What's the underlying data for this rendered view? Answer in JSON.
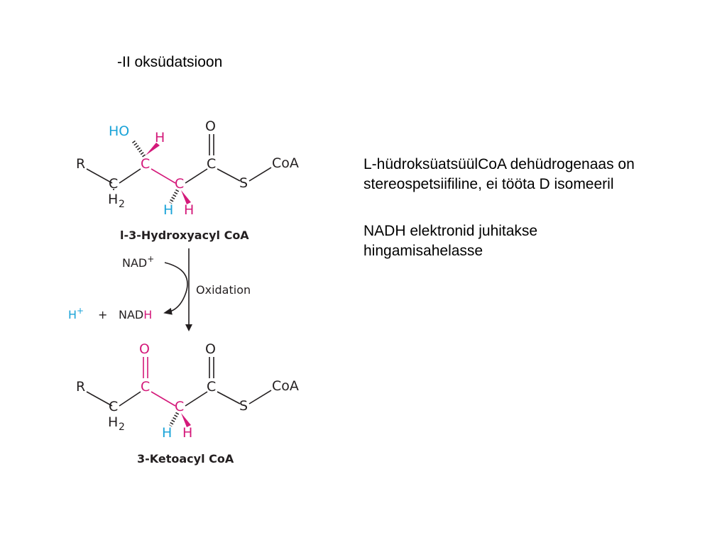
{
  "slide": {
    "title": "-II oksüdatsioon"
  },
  "notes": [
    {
      "line1": "L-hüdroksüatsüülCoA dehüdrogenaas on",
      "line2": "stereospetsiifiline, ei tööta D isomeeril"
    },
    {
      "line1": "NADH elektronid juhitakse",
      "line2": "hingamisahelasse"
    }
  ],
  "scheme": {
    "colors": {
      "magenta": "#d4197a",
      "cyan": "#1aa3d8",
      "black": "#231f20"
    },
    "reactant": {
      "name": "l-3-Hydroxyacyl CoA",
      "R": "R",
      "CH2_C": "C",
      "CH2_H": "H",
      "CH2_sub": "2",
      "C_alpha": "C",
      "C_beta": "C",
      "C_carbonyl": "C",
      "HO": "HO",
      "H_top": "H",
      "O": "O",
      "S": "S",
      "CoA": "CoA",
      "H_bottom_left": "H",
      "H_bottom_right": "H"
    },
    "reaction": {
      "NAD": "NAD",
      "NAD_charge": "+",
      "oxidation": "Oxidation",
      "H_plus": "H",
      "H_plus_charge": "+",
      "plus": "+",
      "NADH_prefix": "NAD",
      "NADH_H": "H"
    },
    "product": {
      "name": "3-Ketoacyl CoA",
      "R": "R",
      "CH2_C": "C",
      "CH2_H": "H",
      "CH2_sub": "2",
      "C_keto": "C",
      "C_beta": "C",
      "C_carbonyl": "C",
      "O_keto": "O",
      "O": "O",
      "S": "S",
      "CoA": "CoA",
      "H_bottom_left": "H",
      "H_bottom_right": "H"
    }
  }
}
